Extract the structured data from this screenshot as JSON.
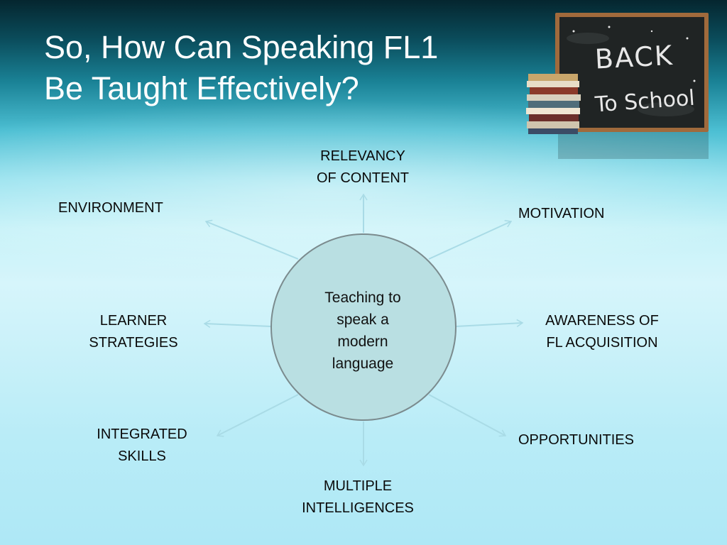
{
  "slide": {
    "title_lines": [
      "So, How Can Speaking FL1",
      "Be Taught Effectively?"
    ],
    "image_text": "BACK TO SCHOOL"
  },
  "diagram": {
    "center": {
      "lines": [
        "Teaching to",
        "speak a",
        "modern",
        "language"
      ]
    },
    "nodes": {
      "relevancy": [
        "RELEVANCY",
        "OF CONTENT"
      ],
      "motivation": [
        "MOTIVATION"
      ],
      "awareness": [
        "AWARENESS OF",
        "FL ACQUISITION"
      ],
      "opportunities": [
        "OPPORTUNITIES"
      ],
      "multiple": [
        "MULTIPLE",
        "INTELLIGENCES"
      ],
      "integrated": [
        "INTEGRATED",
        "SKILLS"
      ],
      "learner": [
        "LEARNER",
        "STRATEGIES"
      ],
      "environment": [
        "ENVIRONMENT"
      ]
    }
  },
  "colors": {
    "center_fill": "#b9dfe2",
    "center_stroke": "#7b8b8e",
    "arrow": "#a9dbe6",
    "title": "#ffffff"
  }
}
